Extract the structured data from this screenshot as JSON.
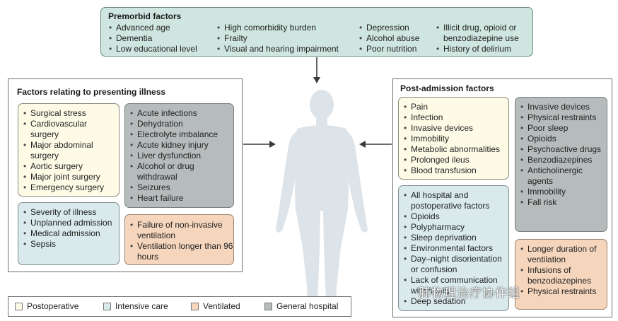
{
  "premorbid": {
    "title": "Premorbid factors",
    "col1": [
      "Advanced age",
      "Dementia",
      "Low educational level"
    ],
    "col2": [
      "High comorbidity burden",
      "Frailty",
      "Visual and hearing impairment"
    ],
    "col3": [
      "Depression",
      "Alcohol abuse",
      "Poor nutrition"
    ],
    "col4": [
      "Illicit drug, opioid or benzodiazepine use",
      "History of delirium"
    ]
  },
  "presenting": {
    "title": "Factors relating to presenting illness",
    "postoperative": [
      "Surgical stress",
      "Cardiovascular surgery",
      "Major abdominal surgery",
      "Aortic surgery",
      "Major joint surgery",
      "Emergency surgery"
    ],
    "general": [
      "Acute infections",
      "Dehydration",
      "Electrolyte imbalance",
      "Acute kidney injury",
      "Liver dysfunction",
      "Alcohol or drug withdrawal",
      "Seizures",
      "Heart failure"
    ],
    "intensive": [
      "Severity of illness",
      "Unplanned admission",
      "Medical admission",
      "Sepsis"
    ],
    "ventilated": [
      "Failure of non-invasive ventilation",
      "Ventilation longer than 96 hours"
    ]
  },
  "post_admission": {
    "title": "Post-admission factors",
    "postoperative": [
      "Pain",
      "Infection",
      "Invasive devices",
      "Immobility",
      "Metabolic abnormalities",
      "Prolonged ileus",
      "Blood transfusion"
    ],
    "general": [
      "Invasive devices",
      "Physical restraints",
      "Poor sleep",
      "Opioids",
      "Psychoactive drugs",
      "Benzodiazepines",
      "Anticholinergic agents",
      "Immobility",
      "Fall risk"
    ],
    "intensive": [
      "All hospital and postoperative factors",
      "Opioids",
      "Polypharmacy",
      "Sleep deprivation",
      "Environmental factors",
      "Day–night disorientation or confusion",
      "Lack of communication with family",
      "Deep sedation"
    ],
    "ventilated": [
      "Longer duration of ventilation",
      "Infusions of benzodiazepines",
      "Physical restraints"
    ]
  },
  "legend": {
    "postoperative": "Postoperative",
    "intensive": "Intensive care",
    "ventilated": "Ventilated",
    "general": "General hospital"
  },
  "colors": {
    "postoperative": "#fdfbe6",
    "intensive": "#d9e9ec",
    "ventilated": "#f5d6bd",
    "general": "#b6bcbc",
    "premorbid": "#cfe6e0",
    "body": "#dde3e8"
  },
  "watermark": "肺物理治疗协作组"
}
